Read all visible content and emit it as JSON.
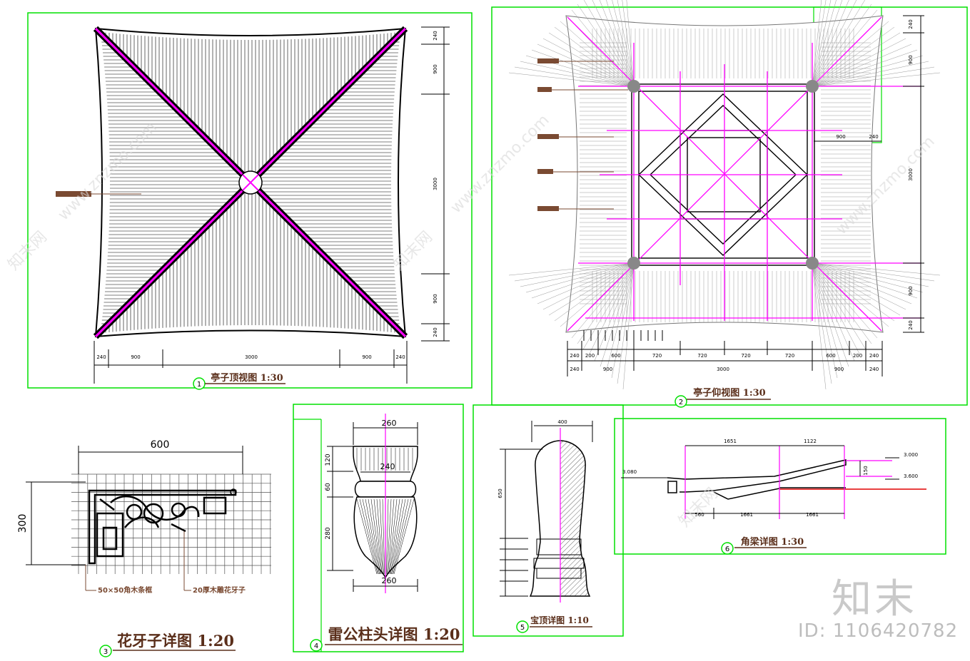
{
  "drawings": {
    "d1": {
      "num": "1",
      "title": "亭子顶视图 1:30",
      "dims_bottom": [
        "240",
        "900",
        "3000",
        "900",
        "240"
      ],
      "dims_right": [
        "240",
        "900",
        "3000",
        "900",
        "240"
      ]
    },
    "d2": {
      "num": "2",
      "title": "亭子仰视图 1:30",
      "dims_row1": [
        "240",
        "200",
        "600",
        "720",
        "720",
        "720",
        "720",
        "600",
        "200",
        "240"
      ],
      "dims_row2": [
        "240",
        "900",
        "3000",
        "900",
        "240"
      ],
      "dims_right": [
        "240",
        "900",
        "3000",
        "900",
        "240"
      ],
      "inner_dims": [
        "900",
        "240"
      ]
    },
    "d3": {
      "num": "3",
      "title": "花牙子详图 1:20",
      "width": "600",
      "height": "300",
      "label_a": "50×50角木条框",
      "label_b": "20厚木雕花牙子"
    },
    "d4": {
      "num": "4",
      "title": "雷公柱头详图 1:20",
      "top_dim": "260",
      "mid_dim": "240",
      "bottom_dim": "260",
      "dims_left": [
        "120",
        "60",
        "280"
      ]
    },
    "d5": {
      "num": "5",
      "title": "宝顶详图 1:10",
      "top_dim": "400",
      "left_dim": "650"
    },
    "d6": {
      "num": "6",
      "title": "角梁详图 1:30",
      "dims_top": [
        "1651",
        "1122"
      ],
      "dims_bottom": [
        "560",
        "1661",
        "1661"
      ],
      "levels": [
        "3.080",
        "3.000",
        "3.600"
      ],
      "side_dim": "150"
    }
  },
  "watermark": {
    "brand": "知末",
    "id": "ID: 1106420782",
    "site": "www.znzmo.com",
    "site_cn": "知末网"
  },
  "colors": {
    "frame": "#00e000",
    "magenta": "#ff00ff",
    "brown": "#7a4a32",
    "dim": "#000000",
    "red": "#e00000"
  }
}
